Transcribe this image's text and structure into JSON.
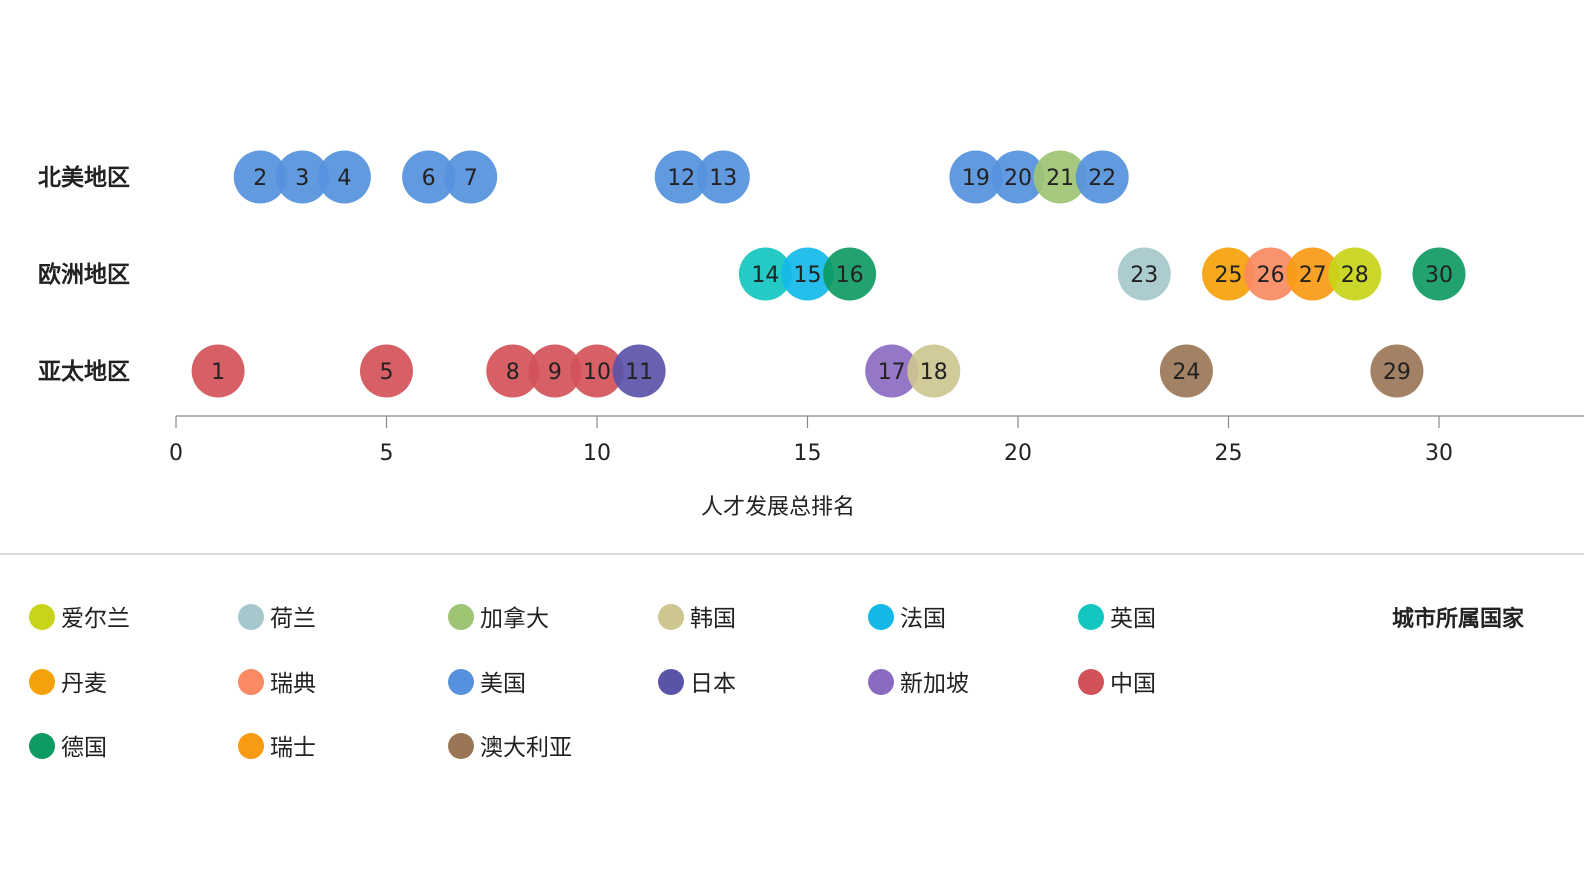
{
  "chart_data": {
    "type": "scatter",
    "xlabel": "人才发展总排名",
    "xlim": [
      0,
      33
    ],
    "xticks": [
      0,
      5,
      10,
      15,
      20,
      25,
      30
    ],
    "grid": false,
    "categories": [
      "北美地区",
      "欧洲地区",
      "亚太地区"
    ],
    "legend_title": "城市所属国家",
    "legend_placement": "bottom",
    "countries": [
      {
        "name": "爱尔兰",
        "color": "#c8d41a"
      },
      {
        "name": "荷兰",
        "color": "#a6c8cc"
      },
      {
        "name": "加拿大",
        "color": "#9fc474"
      },
      {
        "name": "韩国",
        "color": "#cdc690"
      },
      {
        "name": "法国",
        "color": "#13b8e8"
      },
      {
        "name": "英国",
        "color": "#13c6c0"
      },
      {
        "name": "丹麦",
        "color": "#f5a20a"
      },
      {
        "name": "瑞典",
        "color": "#f98a62"
      },
      {
        "name": "美国",
        "color": "#5591dc"
      },
      {
        "name": "日本",
        "color": "#5a54a8"
      },
      {
        "name": "新加坡",
        "color": "#8b6bc2"
      },
      {
        "name": "中国",
        "color": "#d25259"
      },
      {
        "name": "德国",
        "color": "#0e9a63"
      },
      {
        "name": "瑞士",
        "color": "#f99a14"
      },
      {
        "name": "澳大利亚",
        "color": "#9a7657"
      }
    ],
    "points": [
      {
        "rank": 1,
        "region": "亚太地区",
        "country": "中国"
      },
      {
        "rank": 2,
        "region": "北美地区",
        "country": "美国"
      },
      {
        "rank": 3,
        "region": "北美地区",
        "country": "美国"
      },
      {
        "rank": 4,
        "region": "北美地区",
        "country": "美国"
      },
      {
        "rank": 5,
        "region": "亚太地区",
        "country": "中国"
      },
      {
        "rank": 6,
        "region": "北美地区",
        "country": "美国"
      },
      {
        "rank": 7,
        "region": "北美地区",
        "country": "美国"
      },
      {
        "rank": 8,
        "region": "亚太地区",
        "country": "中国"
      },
      {
        "rank": 9,
        "region": "亚太地区",
        "country": "中国"
      },
      {
        "rank": 10,
        "region": "亚太地区",
        "country": "中国"
      },
      {
        "rank": 11,
        "region": "亚太地区",
        "country": "日本"
      },
      {
        "rank": 12,
        "region": "北美地区",
        "country": "美国"
      },
      {
        "rank": 13,
        "region": "北美地区",
        "country": "美国"
      },
      {
        "rank": 14,
        "region": "欧洲地区",
        "country": "英国"
      },
      {
        "rank": 15,
        "region": "欧洲地区",
        "country": "法国"
      },
      {
        "rank": 16,
        "region": "欧洲地区",
        "country": "德国"
      },
      {
        "rank": 17,
        "region": "亚太地区",
        "country": "新加坡"
      },
      {
        "rank": 18,
        "region": "亚太地区",
        "country": "韩国"
      },
      {
        "rank": 19,
        "region": "北美地区",
        "country": "美国"
      },
      {
        "rank": 20,
        "region": "北美地区",
        "country": "美国"
      },
      {
        "rank": 21,
        "region": "北美地区",
        "country": "加拿大"
      },
      {
        "rank": 22,
        "region": "北美地区",
        "country": "美国"
      },
      {
        "rank": 23,
        "region": "欧洲地区",
        "country": "荷兰"
      },
      {
        "rank": 24,
        "region": "亚太地区",
        "country": "澳大利亚"
      },
      {
        "rank": 25,
        "region": "欧洲地区",
        "country": "丹麦"
      },
      {
        "rank": 26,
        "region": "欧洲地区",
        "country": "瑞典"
      },
      {
        "rank": 27,
        "region": "欧洲地区",
        "country": "瑞士"
      },
      {
        "rank": 28,
        "region": "欧洲地区",
        "country": "爱尔兰"
      },
      {
        "rank": 29,
        "region": "亚太地区",
        "country": "澳大利亚"
      },
      {
        "rank": 30,
        "region": "欧洲地区",
        "country": "德国"
      }
    ]
  }
}
